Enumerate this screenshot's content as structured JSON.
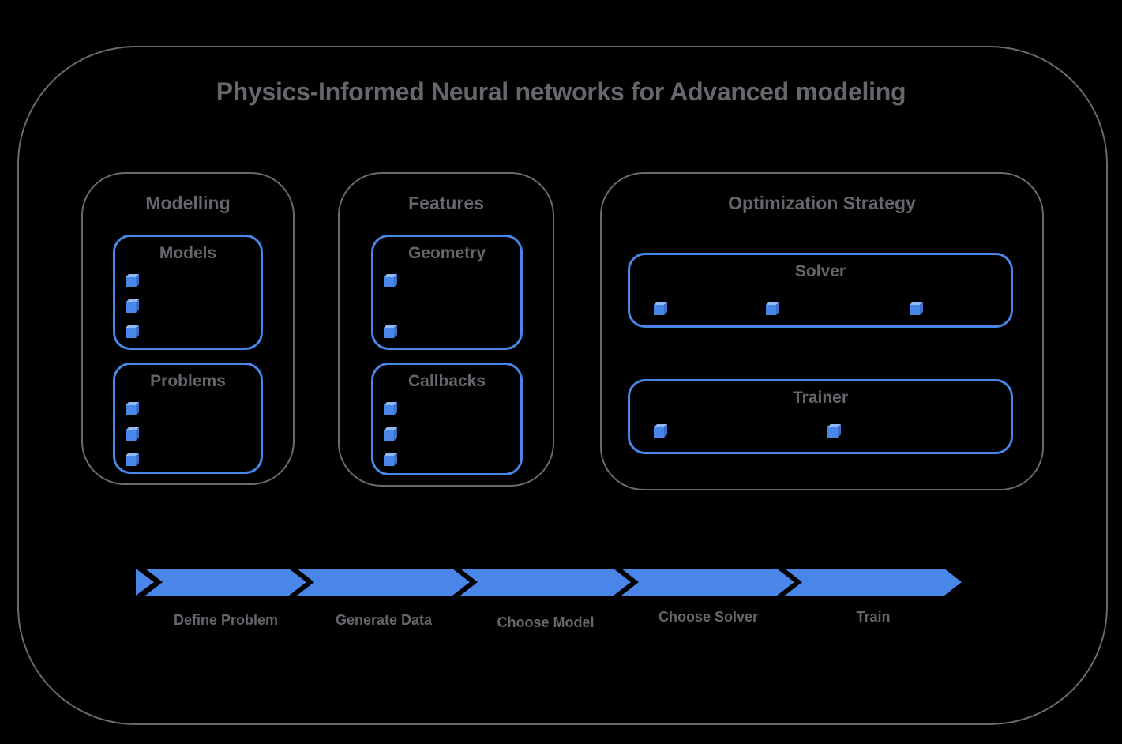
{
  "title": "Physics-Informed Neural networks for Advanced modeling",
  "colors": {
    "background": "#000000",
    "blue": "#4a86e8",
    "cube_top": "#94b8f2",
    "cube_side": "#3a6fca",
    "gray_text": "#64676b",
    "gray_border": "#6b6b6b"
  },
  "sections": [
    {
      "title": "Modelling",
      "boxes": [
        {
          "title": "Models",
          "bullet_count": 3
        },
        {
          "title": "Problems",
          "bullet_count": 3
        }
      ]
    },
    {
      "title": "Features",
      "boxes": [
        {
          "title": "Geometry",
          "bullet_count": 2
        },
        {
          "title": "Callbacks",
          "bullet_count": 3
        }
      ]
    },
    {
      "title": "Optimization Strategy",
      "boxes": [
        {
          "title": "Solver",
          "bullet_count": 3
        },
        {
          "title": "Trainer",
          "bullet_count": 2
        }
      ]
    }
  ],
  "flow": {
    "steps": [
      {
        "label": "Define Problem"
      },
      {
        "label": "Generate Data"
      },
      {
        "label": "Choose Model"
      },
      {
        "label": "Choose Solver"
      },
      {
        "label": "Train"
      }
    ]
  }
}
